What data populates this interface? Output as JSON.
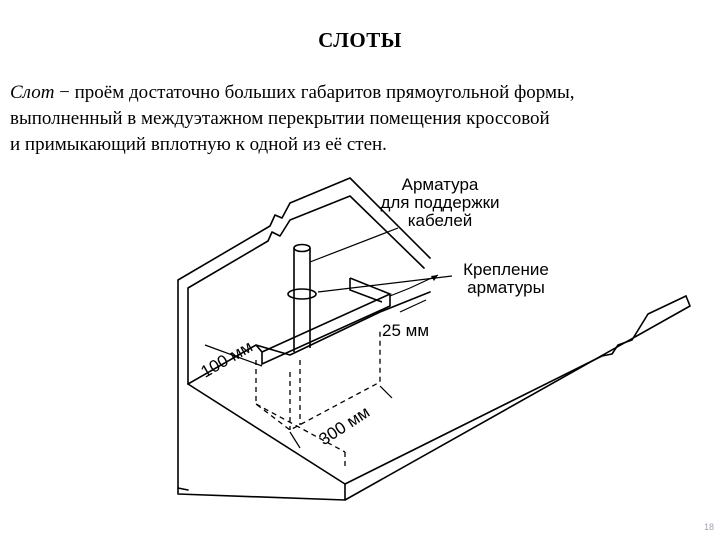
{
  "slide": {
    "title": "СЛОТЫ",
    "definition": {
      "term": "Слот",
      "line1_rest": " − проём достаточно больших габаритов прямоугольной формы,",
      "line2": "выполненный в междуэтажном перекрытии помещения кроссовой",
      "line3": "и примыкающий вплотную к одной из её стен."
    },
    "page_number": "18"
  },
  "figure": {
    "label_armature": [
      "Арматура",
      "для поддержки",
      "кабелей"
    ],
    "label_mount": [
      "Крепление",
      "арматуры"
    ],
    "dim_25": "25 мм",
    "dim_100": "100 мм",
    "dim_300": "300 мм"
  }
}
